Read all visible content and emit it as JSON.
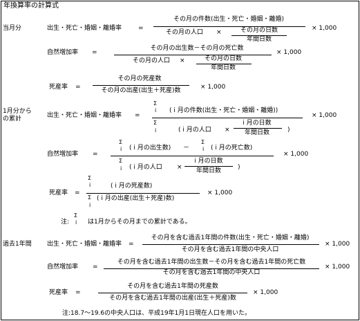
{
  "title": "年換算率の計算式",
  "sections": {
    "month": {
      "label": "当月分",
      "f1": {
        "lhs": "出生・死亡・婚姻・離婚率",
        "eq": "=",
        "num": "その月の件数(出生・死亡・婚姻・離婚)",
        "den_a": "その月の人口",
        "x": "×",
        "frac_num": "その月の日数",
        "frac_den": "年間日数",
        "mul": "× 1,000"
      },
      "f2": {
        "lhs": "自然増加率",
        "eq": "=",
        "num": "その月の出生数－その月の死亡数",
        "den_a": "その月の人口",
        "x": "×",
        "frac_num": "その月の日数",
        "frac_den": "年間日数",
        "mul": "× 1,000"
      },
      "f3": {
        "lhs": "死産率",
        "eq": "=",
        "num": "その月の死産数",
        "den": "その月の出産(出生＋死産)数",
        "mul": "× 1,000"
      }
    },
    "cumulative": {
      "label_1": "1月分から",
      "label_2": "の累計",
      "sigma": "Σ",
      "i": "i",
      "f1": {
        "lhs": "出生・死亡・婚姻・離婚率",
        "eq": "=",
        "num": "( i 月の件数(出生・死亡・婚姻・離婚))",
        "den_a": "( i 月の人口",
        "x": "×",
        "frac_num": "i 月の日数",
        "frac_den": "年間日数",
        "close": ")",
        "mul": "× 1,000"
      },
      "f2": {
        "lhs": "自然増加率",
        "eq": "=",
        "num_a": "( i 月の出生数)",
        "minus": "－",
        "num_b": "( i 月の死亡数)",
        "den_a": "( i 月の人口",
        "x": "×",
        "frac_num": "i 月の日数",
        "frac_den": "年間日数",
        "close": ")",
        "mul": "× 1,000"
      },
      "f3": {
        "lhs": "死産率",
        "eq": "=",
        "num": "( i 月の死産数)",
        "den": "( i 月の出産(出生＋死産)数)",
        "mul": "× 1,000"
      },
      "note_prefix": "注:",
      "note_text": "は1月からその月までの累計である。"
    },
    "past_year": {
      "label": "過去1年間",
      "f1": {
        "lhs": "出生・死亡・婚姻・離婚率",
        "eq": "=",
        "num": "その月を含む過去1年間の件数(出生・死亡・婚姻・離婚)",
        "den": "その月を含む過去1年間の中央人口",
        "mul": "× 1,000"
      },
      "f2": {
        "lhs": "自然増加率",
        "eq": "=",
        "num": "その月を含む過去1年間の出生数－その月を含む過去1年間の死亡数",
        "den": "その月を含む過去1年間の中央人口",
        "mul": "× 1,000"
      },
      "f3": {
        "lhs": "死産率",
        "eq": "=",
        "num": "その月を含む過去1年間の死産数",
        "den": "その月を含む過去1年間の出産(出生＋死産)数",
        "mul": "× 1,000"
      }
    }
  },
  "footnote": "注:18.7～19.6の中央人口は、平成19年1月1日現在人口を用いた。"
}
